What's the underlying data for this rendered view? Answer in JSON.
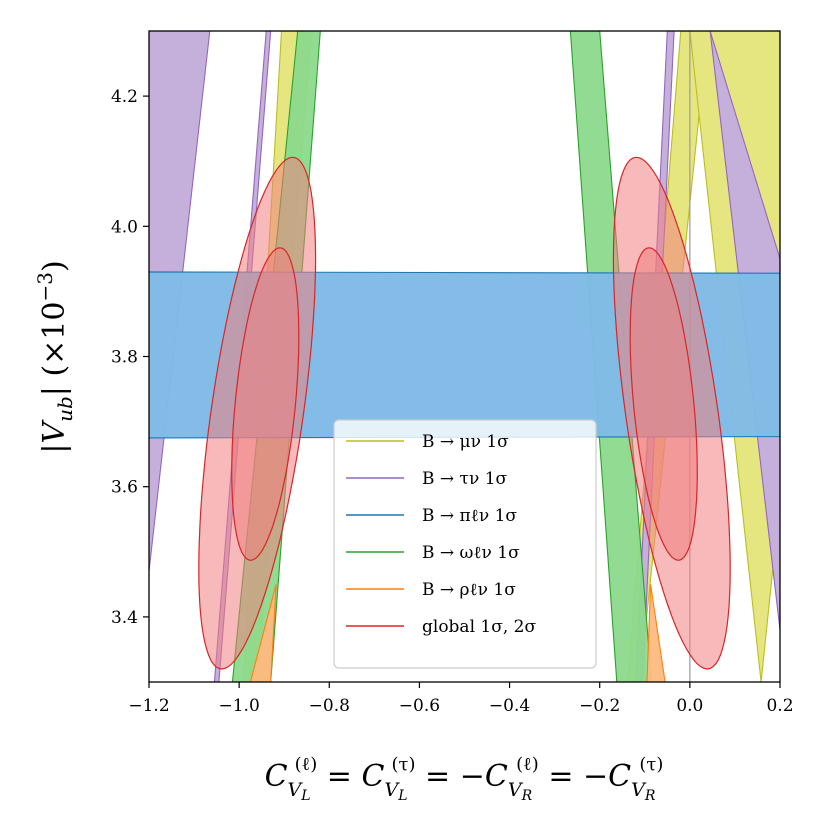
{
  "chart_data": {
    "type": "area",
    "title": "",
    "xlabel": "C_VL(ℓ) = C_VL(τ) = −C_VR(ℓ) = −C_VR(τ)",
    "ylabel": "|V_ub|  (×10⁻³)",
    "xlim": [
      -1.2,
      0.2
    ],
    "ylim": [
      3.3,
      4.3
    ],
    "xticks": [
      -1.2,
      -1.0,
      -0.8,
      -0.6,
      -0.4,
      -0.2,
      0.0,
      0.2
    ],
    "xtick_labels": [
      "−1.2",
      "−1.0",
      "−0.8",
      "−0.6",
      "−0.4",
      "−0.2",
      "0.0",
      "0.2"
    ],
    "yticks": [
      3.4,
      3.6,
      3.8,
      4.0,
      4.2
    ],
    "ytick_labels": [
      "3.4",
      "3.6",
      "3.8",
      "4.0",
      "4.2"
    ],
    "grid": false,
    "legend_position": "bottom-center",
    "reference_line_x": 0.0,
    "series": [
      {
        "name": "B → μν 1σ",
        "color": "#bcbd22",
        "fill": "#e6e680",
        "bands": [
          {
            "bottom": [
              [
                -1.245,
                3.3
              ],
              [
                -1.2,
                3.48
              ]
            ],
            "top": [
              [
                -1.2,
                4.0
              ],
              [
                -1.19,
                4.02
              ],
              [
                -1.15,
                4.3
              ]
            ]
          },
          {
            "bottom": [
              [
                -0.99,
                3.3
              ],
              [
                -0.906,
                4.3
              ]
            ],
            "top": [
              [
                -0.96,
                3.3
              ],
              [
                -0.84,
                4.3
              ]
            ]
          },
          {
            "bottom": [
              [
                -0.138,
                3.3
              ],
              [
                -0.02,
                4.3
              ]
            ],
            "top": [
              [
                -0.111,
                3.3
              ],
              [
                0.04,
                4.3
              ]
            ]
          },
          {
            "bottom": [
              [
                0.158,
                3.3
              ],
              [
                0.2,
                3.58
              ]
            ],
            "top": [
              [
                0.0,
                4.3
              ],
              [
                0.2,
                4.3
              ]
            ]
          }
        ]
      },
      {
        "name": "B → τν 1σ",
        "color": "#9467bd",
        "fill": "#c5b0dc",
        "bands": [
          {
            "bottom": [
              [
                -1.2,
                3.3
              ]
            ],
            "top": [
              [
                -1.2,
                4.3
              ],
              [
                -1.065,
                4.3
              ],
              [
                -1.2,
                3.47
              ]
            ]
          },
          {
            "bottom": [
              [
                -1.055,
                3.3
              ],
              [
                -0.94,
                4.3
              ]
            ],
            "top": [
              [
                -1.045,
                3.3
              ],
              [
                -0.93,
                4.3
              ]
            ]
          },
          {
            "bottom": [
              [
                -0.12,
                3.3
              ],
              [
                -0.05,
                4.3
              ]
            ],
            "top": [
              [
                -0.105,
                3.3
              ],
              [
                -0.035,
                4.3
              ]
            ]
          },
          {
            "bottom": [
              [
                0.2,
                3.38
              ]
            ],
            "top": [
              [
                0.045,
                4.3
              ],
              [
                0.2,
                3.95
              ]
            ]
          }
        ]
      },
      {
        "name": "B → πℓν 1σ",
        "color": "#1f77b4",
        "fill": "#7fbbe6",
        "bands": [
          {
            "bottom": [
              [
                -1.2,
                3.675
              ],
              [
                0.2,
                3.677
              ]
            ],
            "top": [
              [
                -1.2,
                3.93
              ],
              [
                0.2,
                3.928
              ]
            ]
          }
        ]
      },
      {
        "name": "B → ωℓν 1σ",
        "color": "#2ca02c",
        "fill": "#8cd98c",
        "bands": [
          {
            "bottom": [
              [
                -1.015,
                3.3
              ],
              [
                -0.87,
                4.3
              ]
            ],
            "top": [
              [
                -0.93,
                3.3
              ],
              [
                -0.82,
                4.3
              ]
            ]
          },
          {
            "bottom": [
              [
                -0.162,
                3.3
              ],
              [
                -0.265,
                4.3
              ]
            ],
            "top": [
              [
                -0.085,
                3.3
              ],
              [
                -0.2,
                4.3
              ]
            ]
          }
        ]
      },
      {
        "name": "B → ρℓν 1σ",
        "color": "#ff7f0e",
        "fill": "#ffbb80",
        "bands": [
          {
            "bottom": [
              [
                -0.975,
                3.3
              ],
              [
                -0.918,
                3.45
              ]
            ],
            "top": [
              [
                -0.93,
                3.3
              ],
              [
                -0.918,
                3.45
              ]
            ]
          },
          {
            "bottom": [
              [
                -0.095,
                3.3
              ],
              [
                -0.087,
                3.45
              ]
            ],
            "top": [
              [
                -0.055,
                3.3
              ],
              [
                -0.087,
                3.45
              ]
            ]
          }
        ]
      },
      {
        "name": "global 1σ, 2σ",
        "color": "#d62728",
        "fill": "#f08080",
        "ellipses": [
          {
            "level": "1σ",
            "cx": -0.942,
            "cy": 3.727,
            "rx": 0.067,
            "ry": 0.24,
            "tilt_dx_per_dy": 0.135
          },
          {
            "level": "2σ",
            "cx": -0.96,
            "cy": 3.713,
            "rx": 0.103,
            "ry": 0.393,
            "tilt_dx_per_dy": 0.2
          },
          {
            "level": "1σ",
            "cx": -0.058,
            "cy": 3.727,
            "rx": 0.067,
            "ry": 0.24,
            "tilt_dx_per_dy": -0.135
          },
          {
            "level": "2σ",
            "cx": -0.04,
            "cy": 3.713,
            "rx": 0.103,
            "ry": 0.393,
            "tilt_dx_per_dy": -0.2
          }
        ]
      }
    ]
  }
}
